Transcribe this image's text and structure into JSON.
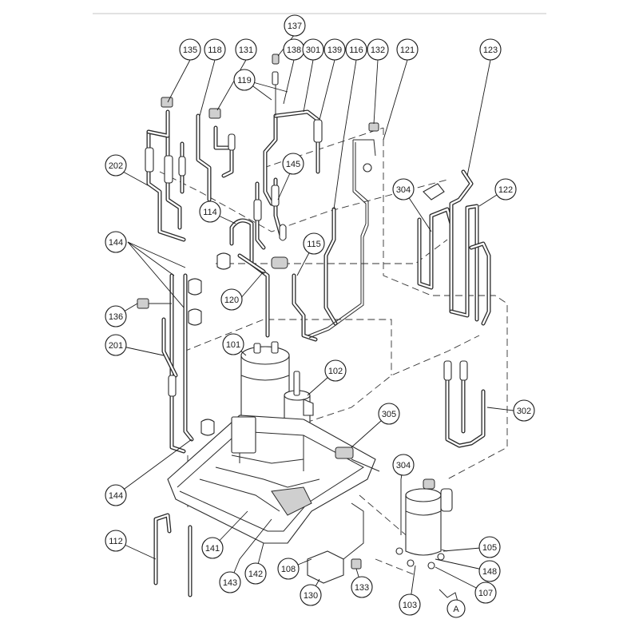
{
  "callouts": {
    "c101": "101",
    "c102": "102",
    "c103": "103",
    "c105": "105",
    "c107": "107",
    "c108": "108",
    "c112": "112",
    "c114": "114",
    "c115": "115",
    "c116": "116",
    "c118": "118",
    "c119": "119",
    "c120": "120",
    "c121": "121",
    "c122": "122",
    "c123": "123",
    "c130": "130",
    "c131": "131",
    "c132": "132",
    "c133": "133",
    "c135": "135",
    "c136": "136",
    "c137": "137",
    "c138": "138",
    "c139": "139",
    "c141": "141",
    "c142": "142",
    "c143": "143",
    "c144a": "144",
    "c144b": "144",
    "c145": "145",
    "c148": "148",
    "c201": "201",
    "c202": "202",
    "c301": "301",
    "c302": "302",
    "c304a": "304",
    "c304b": "304",
    "c305": "305",
    "cA": "A"
  }
}
